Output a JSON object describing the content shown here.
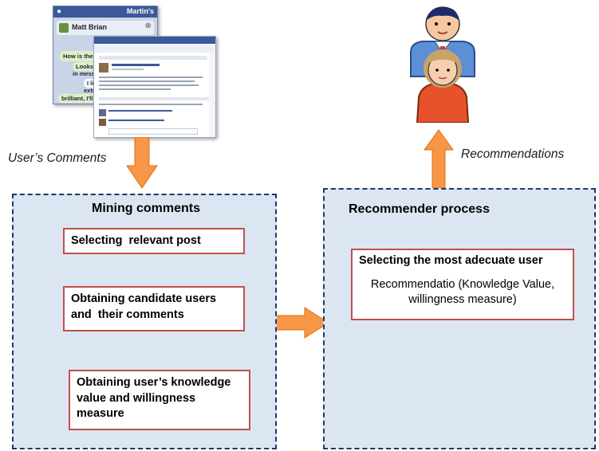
{
  "captions": {
    "users_comments": "User’s Comments",
    "recommendations": "Recommendations"
  },
  "mining_panel": {
    "title": "Mining comments",
    "steps": [
      "Selecting  relevant post",
      "Obtaining candidate users and  their comments",
      "Obtaining user’s knowledge value and willingness measure"
    ]
  },
  "recommender_panel": {
    "title": "Recommender process",
    "box_title": "Selecting the most adecuate user",
    "box_text": "Recommendatio (Knowledge Value, willingness measure)"
  },
  "chat_window": {
    "header": "Martin's",
    "contact": "Matt Brian",
    "messages": [
      "How is the app?",
      "Looks like t",
      "in messag",
      "I like i",
      "extrem",
      "brilliant, I'll have m"
    ]
  },
  "colors": {
    "panel_fill": "#dce6f2",
    "panel_border": "#1f3864",
    "box_border": "#c0504d",
    "arrow": "#f79646"
  },
  "icons": [
    "chat-screenshot-icon",
    "social-feed-screenshot-icon",
    "users-people-icon",
    "arrow-down-icon",
    "arrow-right-icon",
    "arrow-up-icon"
  ]
}
